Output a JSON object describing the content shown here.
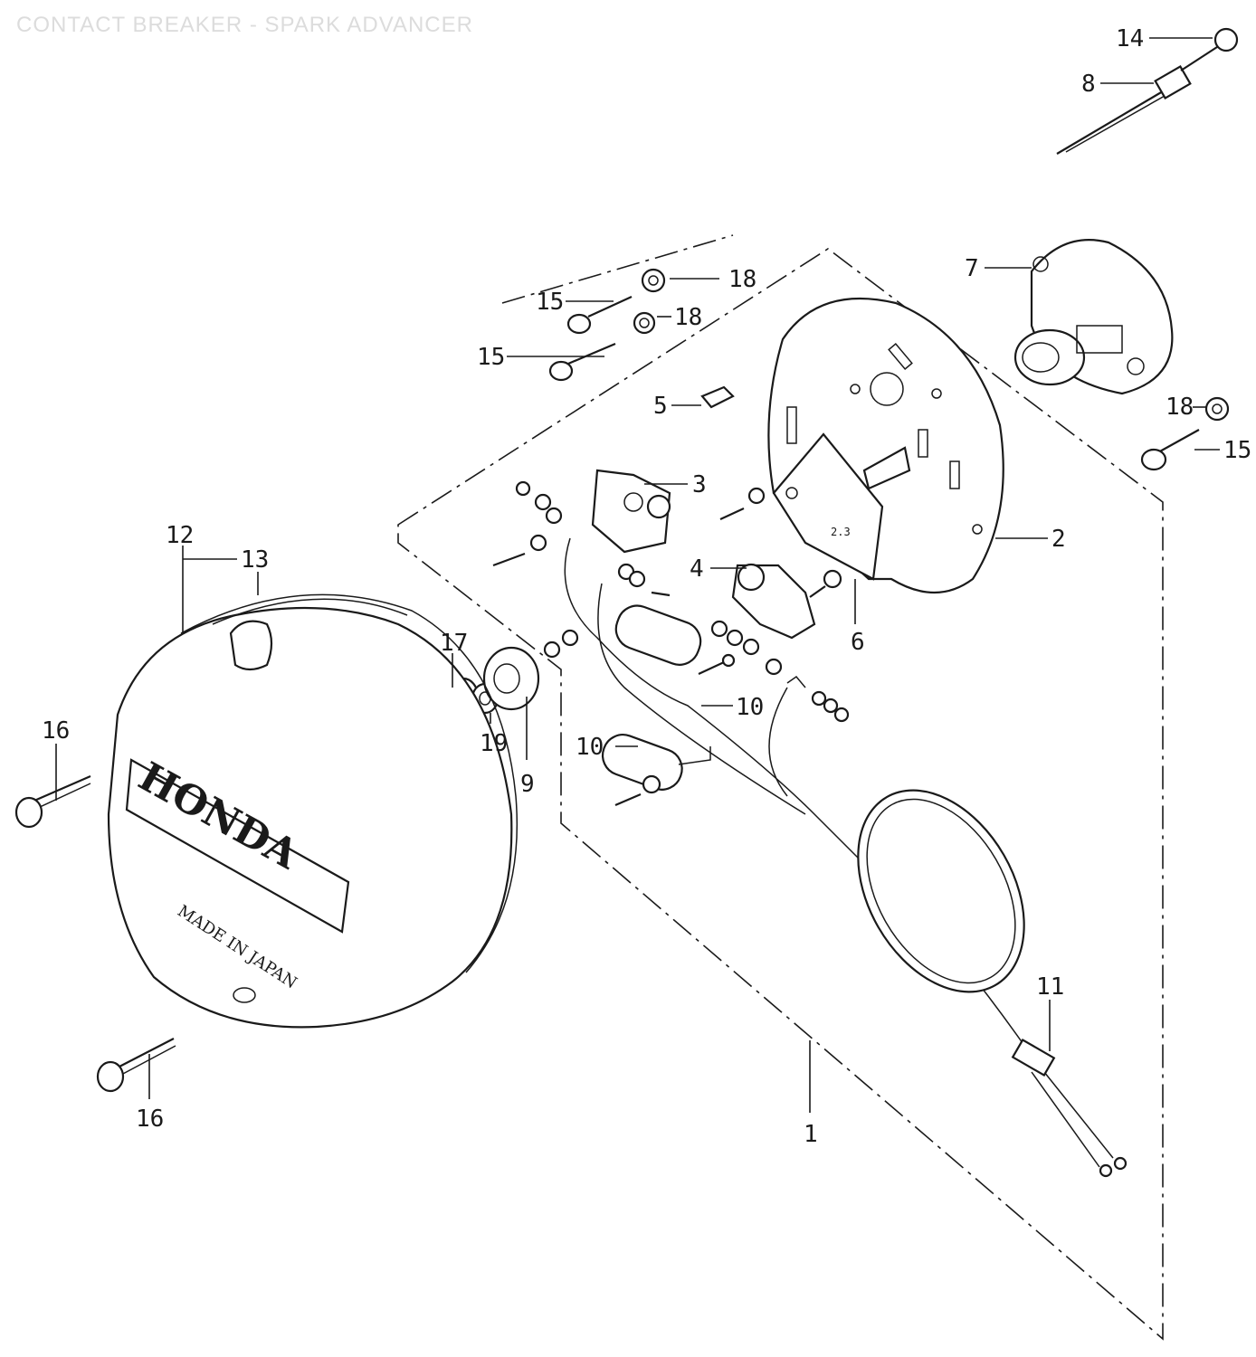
{
  "title": "CONTACT BREAKER - SPARK ADVANCER",
  "callouts": [
    {
      "id": "c14",
      "text": "14"
    },
    {
      "id": "c8",
      "text": "8"
    },
    {
      "id": "c7",
      "text": "7"
    },
    {
      "id": "c18a",
      "text": "18"
    },
    {
      "id": "c15a",
      "text": "15"
    },
    {
      "id": "c18b",
      "text": "18"
    },
    {
      "id": "c15b",
      "text": "15"
    },
    {
      "id": "c5",
      "text": "5"
    },
    {
      "id": "c18c",
      "text": "18"
    },
    {
      "id": "c15c",
      "text": "15"
    },
    {
      "id": "c3",
      "text": "3"
    },
    {
      "id": "c2",
      "text": "2"
    },
    {
      "id": "c4",
      "text": "4"
    },
    {
      "id": "c6",
      "text": "6"
    },
    {
      "id": "c12",
      "text": "12"
    },
    {
      "id": "c13",
      "text": "13"
    },
    {
      "id": "c17",
      "text": "17"
    },
    {
      "id": "c10a",
      "text": "10"
    },
    {
      "id": "c19",
      "text": "19"
    },
    {
      "id": "c9",
      "text": "9"
    },
    {
      "id": "c10b",
      "text": "10"
    },
    {
      "id": "c16a",
      "text": "16"
    },
    {
      "id": "c11",
      "text": "11"
    },
    {
      "id": "c1",
      "text": "1"
    },
    {
      "id": "c16b",
      "text": "16"
    }
  ],
  "cover": {
    "brand": "HONDA",
    "origin": "MADE IN JAPAN"
  },
  "plate_marking": "2.3"
}
